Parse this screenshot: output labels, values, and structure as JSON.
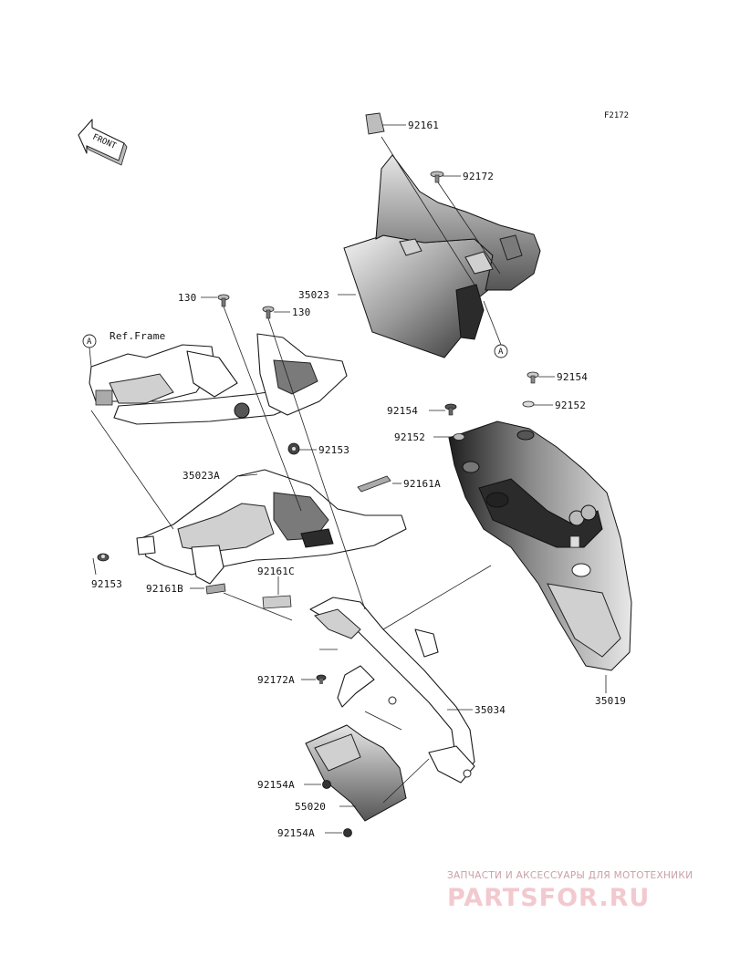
{
  "diagram_code": "F2172",
  "front_marker": "FRONT",
  "ref_frame": "Ref.Frame",
  "ref_a_left": "A",
  "ref_a_right": "A",
  "labels": {
    "p92161": "92161",
    "p92172": "92172",
    "p130_left": "130",
    "p130_right": "130",
    "p35023": "35023",
    "p92154": "92154",
    "p92154_mid": "92154",
    "p92152": "92152",
    "p92152_mid": "92152",
    "p92153_top": "92153",
    "p35023A": "35023A",
    "p92161A": "92161A",
    "p92153_left": "92153",
    "p92161B": "92161B",
    "p92161C": "92161C",
    "p92172A": "92172A",
    "p35034": "35034",
    "p35019": "35019",
    "p92154A_top": "92154A",
    "p55020": "55020",
    "p92154A_bottom": "92154A"
  },
  "watermark": {
    "subtitle": "ЗАПЧАСТИ И АКСЕССУАРЫ ДЛЯ МОТОТЕХНИКИ",
    "brand": "PARTSFOR.RU"
  }
}
